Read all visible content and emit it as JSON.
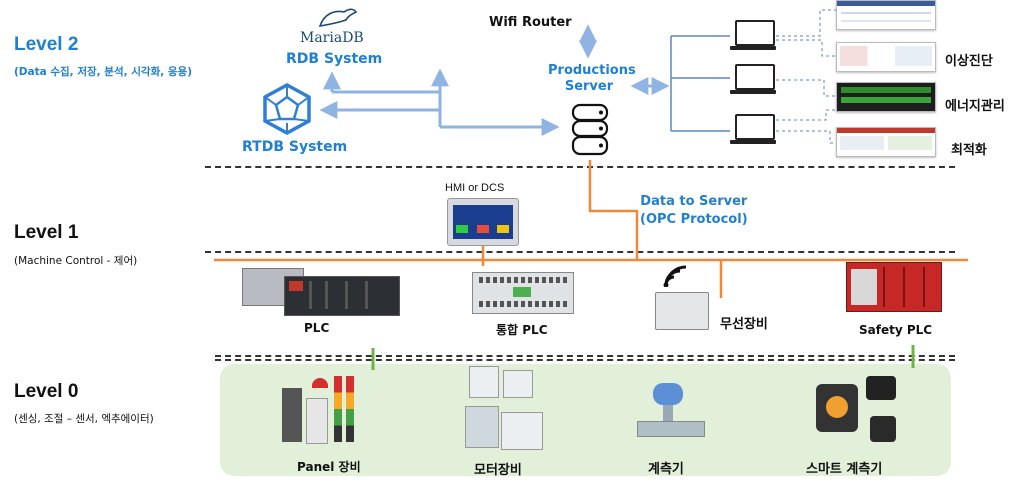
{
  "level2": {
    "title": "Level 2",
    "subtitle": "(Data 수집, 저장, 분석, 시각화, 응용)"
  },
  "level1": {
    "title": "Level 1",
    "subtitle": "(Machine Control - 제어)"
  },
  "level0": {
    "title": "Level 0",
    "subtitle": "(센싱, 조절 – 센서, 엑추에이터)"
  },
  "mariadb": {
    "logo_text": "MariaDB",
    "label": "RDB System"
  },
  "rtdb": {
    "label": "RTDB System"
  },
  "router": {
    "label": "Wifi Router"
  },
  "server": {
    "label_line1": "Productions",
    "label_line2": "Server"
  },
  "hmi": {
    "label": "HMI or DCS"
  },
  "data_to_server": {
    "line1": "Data to Server",
    "line2": "(OPC Protocol)"
  },
  "apps": [
    "이상진단",
    "에너지관리",
    "최적화"
  ],
  "level1_devices": [
    "PLC",
    "통합 PLC",
    "무선장비",
    "Safety PLC"
  ],
  "level0_devices": [
    "Panel 장비",
    "모터장비",
    "계측기",
    "스마트 계측기"
  ],
  "colors": {
    "accent_blue": "#1f7fd0",
    "arrow_blue": "#8fb3e3",
    "network_orange": "#f0883a",
    "field_green_bg": "#e2efd9",
    "link_green": "#6fb443"
  }
}
